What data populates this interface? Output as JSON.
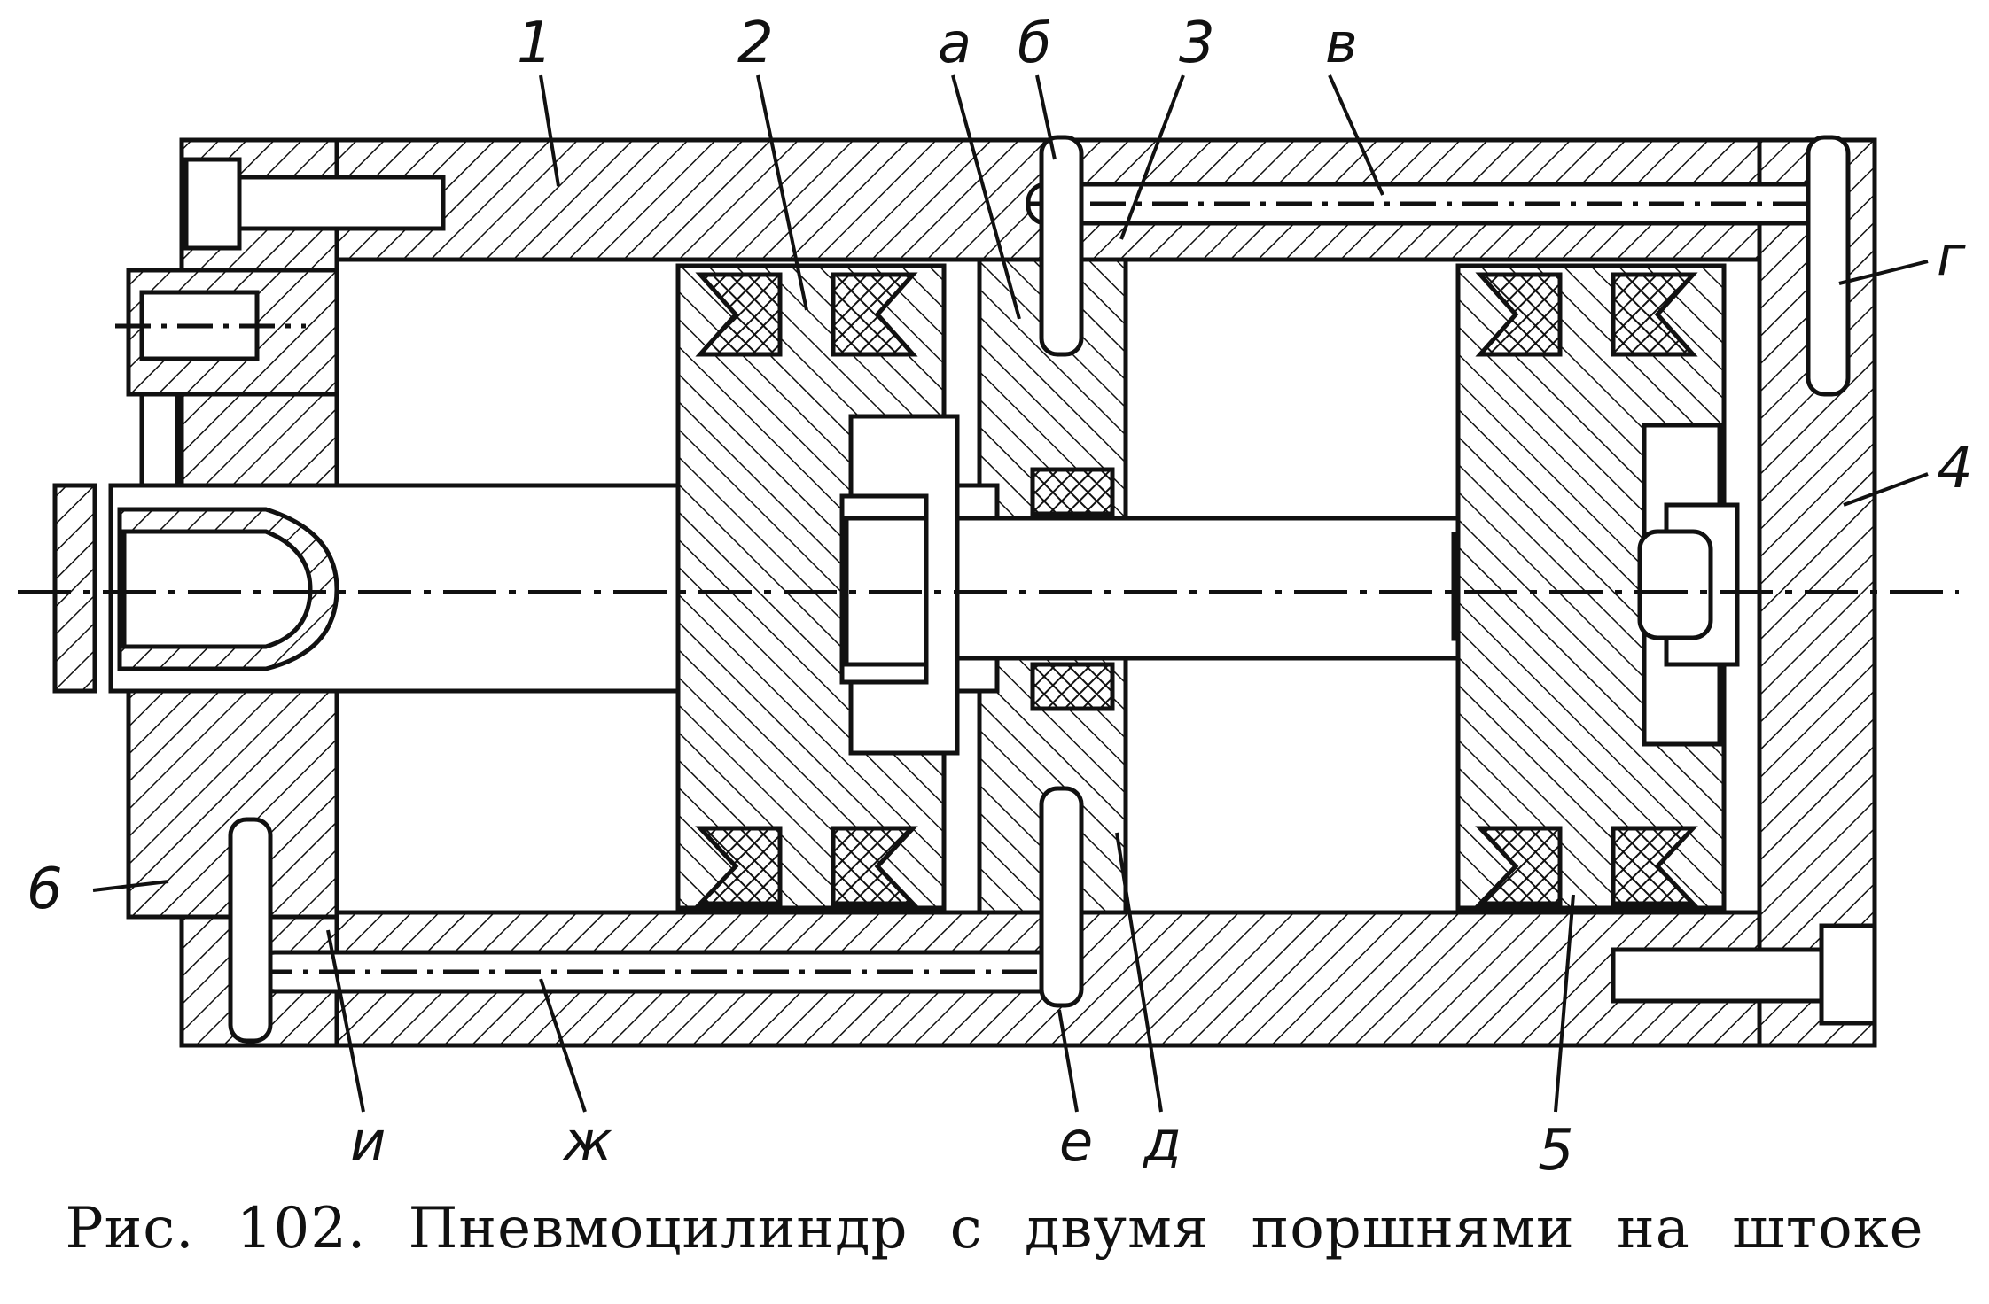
{
  "labels": {
    "part_1": "1",
    "part_2": "2",
    "part_3": "3",
    "part_4": "4",
    "part_5": "5",
    "part_6": "6",
    "port_a": "а",
    "port_b": "б",
    "port_v": "в",
    "port_g": "г",
    "port_d": "д",
    "port_e": "е",
    "port_zh": "ж",
    "port_i": "и"
  },
  "caption": "Рис. 102. Пневмоцилиндр с двумя поршнями на штоке",
  "colors": {
    "ink": "#111111",
    "paper": "#ffffff",
    "seal": "#222222"
  }
}
